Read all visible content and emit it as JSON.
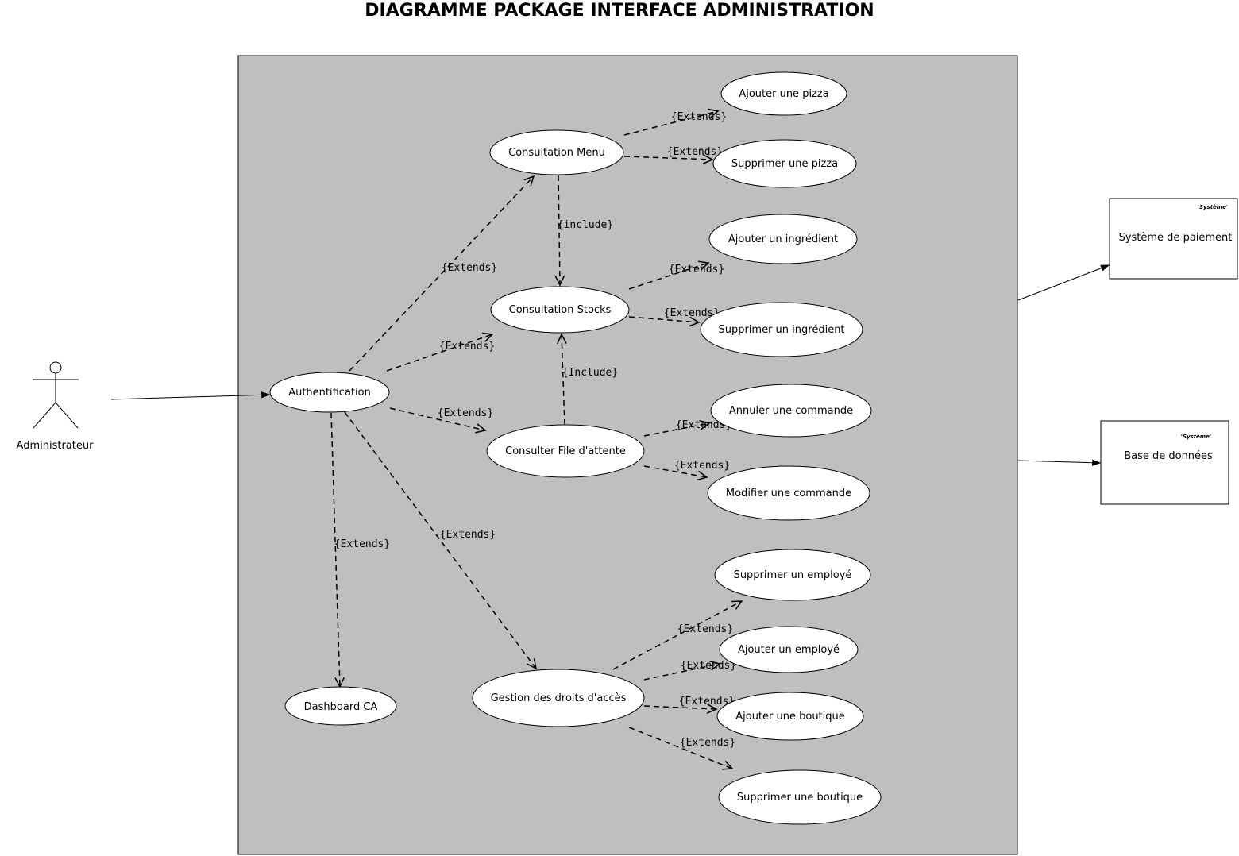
{
  "title": "DIAGRAMME PACKAGE INTERFACE ADMINISTRATION",
  "colors": {
    "package_fill": "#bfbfbf",
    "use_case_fill": "#ffffff",
    "line": "#000000"
  },
  "actor": {
    "name": "Administrateur",
    "icon": "stick-figure-icon"
  },
  "use_cases": {
    "auth": "Authentification",
    "menu": "Consultation Menu",
    "stocks": "Consultation Stocks",
    "file": "Consulter File d'attente",
    "droits": "Gestion des droits d'accès",
    "dashboard": "Dashboard CA",
    "ajout_pizza": "Ajouter une pizza",
    "suppr_pizza": "Supprimer une pizza",
    "ajout_ingr": "Ajouter un ingrédient",
    "suppr_ingr": "Supprimer un ingrédient",
    "annuler_cmd": "Annuler une commande",
    "modifier_cmd": "Modifier une commande",
    "suppr_emp": "Supprimer un employé",
    "ajout_emp": "Ajouter un employé",
    "ajout_bout": "Ajouter une boutique",
    "suppr_bout": "Supprimer une boutique"
  },
  "relations": {
    "auth_menu": "{Extends}",
    "auth_stocks": "{Extends}",
    "auth_file": "{Extends}",
    "auth_droits": "{Extends}",
    "auth_dashboard": "{Extends}",
    "menu_ajout_pizza": "{Extends}",
    "menu_suppr_pizza": "{Extends}",
    "menu_stocks": "{include}",
    "file_stocks": "{Include}",
    "stocks_ajout_ingr": "{Extends}",
    "stocks_suppr_ingr": "{Extends}",
    "file_annuler": "{Extends}",
    "file_modifier": "{Extends}",
    "droits_suppr_emp": "{Extends}",
    "droits_ajout_emp": "{Extends}",
    "droits_ajout_bout": "{Extends}",
    "droits_suppr_bout": "{Extends}"
  },
  "systems": {
    "paiement": {
      "stereotype": "'Système'",
      "name": "Système de paiement"
    },
    "bdd": {
      "stereotype": "'Système'",
      "name": "Base de données"
    }
  }
}
